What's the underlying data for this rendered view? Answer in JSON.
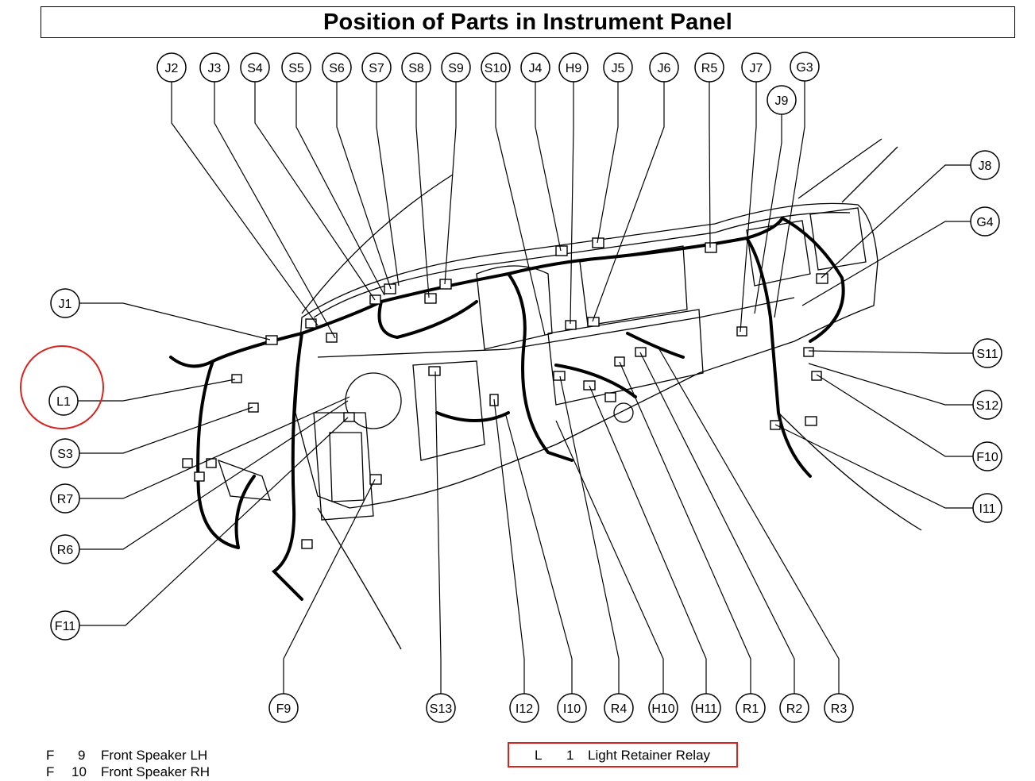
{
  "title": "Position of Parts in Instrument Panel",
  "colors": {
    "highlight": "#d9231f",
    "ink": "#000000"
  },
  "callouts": [
    {
      "id": "j2",
      "label": "J2"
    },
    {
      "id": "j3",
      "label": "J3"
    },
    {
      "id": "s4",
      "label": "S4"
    },
    {
      "id": "s5",
      "label": "S5"
    },
    {
      "id": "s6",
      "label": "S6"
    },
    {
      "id": "s7",
      "label": "S7"
    },
    {
      "id": "s8",
      "label": "S8"
    },
    {
      "id": "s9",
      "label": "S9"
    },
    {
      "id": "s10",
      "label": "S10"
    },
    {
      "id": "j4",
      "label": "J4"
    },
    {
      "id": "h9",
      "label": "H9"
    },
    {
      "id": "j5",
      "label": "J5"
    },
    {
      "id": "j6",
      "label": "J6"
    },
    {
      "id": "r5",
      "label": "R5"
    },
    {
      "id": "j7",
      "label": "J7"
    },
    {
      "id": "g3",
      "label": "G3"
    },
    {
      "id": "j9",
      "label": "J9"
    },
    {
      "id": "j8",
      "label": "J8"
    },
    {
      "id": "g4",
      "label": "G4"
    },
    {
      "id": "s11",
      "label": "S11"
    },
    {
      "id": "s12",
      "label": "S12"
    },
    {
      "id": "f10",
      "label": "F10"
    },
    {
      "id": "i11",
      "label": "I11"
    },
    {
      "id": "j1",
      "label": "J1"
    },
    {
      "id": "l1",
      "label": "L1"
    },
    {
      "id": "s3",
      "label": "S3"
    },
    {
      "id": "r7",
      "label": "R7"
    },
    {
      "id": "r6",
      "label": "R6"
    },
    {
      "id": "f11",
      "label": "F11"
    },
    {
      "id": "f9",
      "label": "F9"
    },
    {
      "id": "s13",
      "label": "S13"
    },
    {
      "id": "i12",
      "label": "I12"
    },
    {
      "id": "i10",
      "label": "I10"
    },
    {
      "id": "r4",
      "label": "R4"
    },
    {
      "id": "h10",
      "label": "H10"
    },
    {
      "id": "h11",
      "label": "H11"
    },
    {
      "id": "r1",
      "label": "R1"
    },
    {
      "id": "r2",
      "label": "R2"
    },
    {
      "id": "r3",
      "label": "R3"
    }
  ],
  "highlighted_callout": "L1",
  "legend": [
    {
      "letter": "F",
      "number": "9",
      "name": "Front Speaker LH"
    },
    {
      "letter": "F",
      "number": "10",
      "name": "Front Speaker RH"
    }
  ],
  "highlighted_legend": {
    "letter": "L",
    "number": "1",
    "name": "Light Retainer Relay"
  }
}
